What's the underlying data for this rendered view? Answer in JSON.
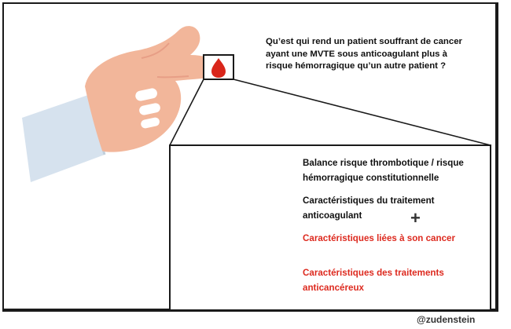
{
  "question": "Qu’est qui rend un patient souffrant de cancer\nayant une MVTE sous anticoagulant plus à\nrisque hémorragique qu’un autre patient  ?",
  "layers": [
    {
      "label": "Balance risque thrombotique / risque\nhémorragique constitutionnelle",
      "color": "#e86460",
      "text_color": "#111111"
    },
    {
      "label": "Caractéristiques du traitement\nanticoagulant",
      "color": "#c5261d",
      "text_color": "#111111"
    },
    {
      "label": "Caractéristiques liées à son cancer",
      "color": "#8a1c16",
      "text_color": "#dd2a1f"
    },
    {
      "label": "Caractéristiques des traitements\nanticancéreux",
      "color": "#5a0d0a",
      "text_color": "#dd2a1f"
    }
  ],
  "plus_sign": "+",
  "credit": "@zudenstein",
  "colors": {
    "skin": "#f2b69a",
    "skin_shade": "#e79e86",
    "sleeve": "#d6e2ee",
    "outline": "#1a1a1a"
  },
  "icons": {
    "hand": "pointing-hand-icon",
    "drop": "blood-drop-icon"
  }
}
